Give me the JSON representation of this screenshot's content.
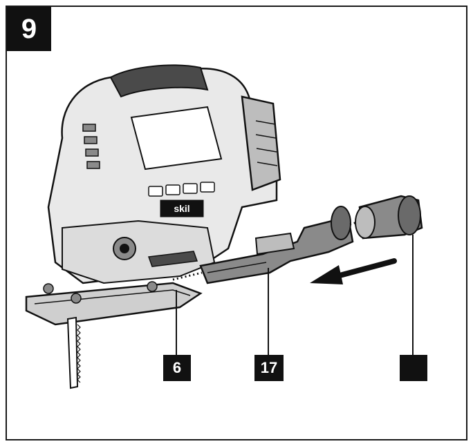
{
  "figure": {
    "number": "9"
  },
  "callouts": [
    {
      "id": "6",
      "label": "6"
    },
    {
      "id": "17",
      "label": "17"
    },
    {
      "id": "blank",
      "label": ""
    }
  ],
  "product": {
    "brand_logo_text": "skil"
  },
  "colors": {
    "ink": "#111111",
    "mid_gray": "#8a8a8a",
    "light_gray": "#cfcfcf",
    "dark_gray": "#4a4a4a"
  }
}
